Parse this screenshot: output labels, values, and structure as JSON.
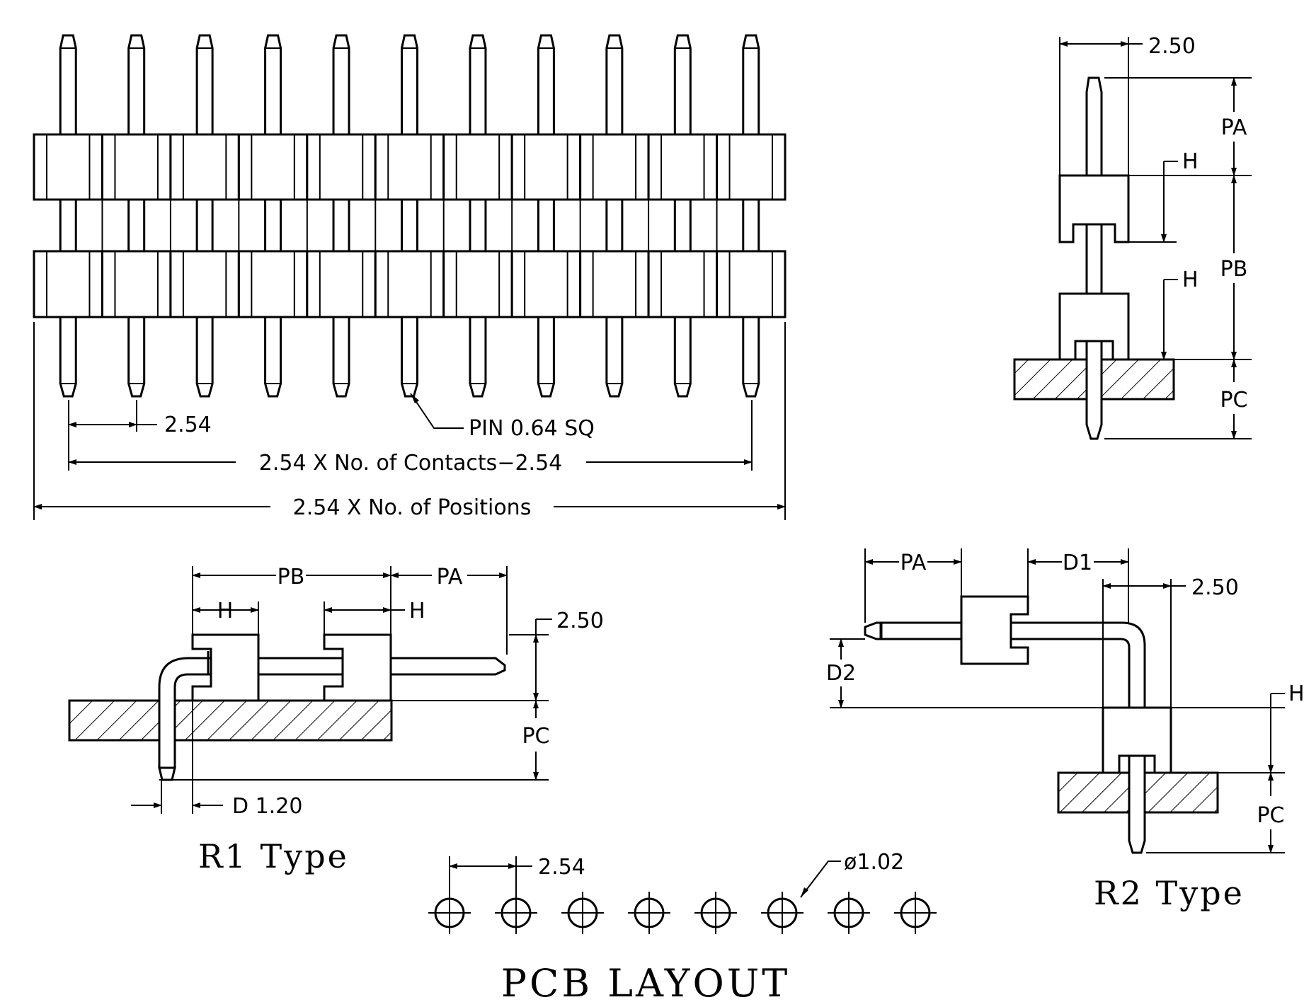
{
  "top_view": {
    "pitch_label": "2.54",
    "pin_label": "PIN 0.64 SQ",
    "contacts_label": "2.54 X No. of Contacts−2.54",
    "positions_label": "2.54 X No. of Positions",
    "pin_count": 11
  },
  "side_straight": {
    "width_label": "2.50",
    "pa_label": "PA",
    "pb_label": "PB",
    "pc_label": "PC",
    "h_upper_label": "H",
    "h_lower_label": "H"
  },
  "r1": {
    "title": "R1 Type",
    "pb_label": "PB",
    "pa_label": "PA",
    "h_left_label": "H",
    "h_right_label": "H",
    "height_label": "2.50",
    "pc_label": "PC",
    "d_label": "D  1.20"
  },
  "r2": {
    "title": "R2 Type",
    "pa_label": "PA",
    "d1_label": "D1",
    "width_label": "2.50",
    "d2_label": "D2",
    "h_label": "H",
    "pc_label": "PC"
  },
  "pcb": {
    "title": "PCB LAYOUT",
    "pitch_label": "2.54",
    "hole_label": "ø1.02",
    "hole_count": 8
  }
}
